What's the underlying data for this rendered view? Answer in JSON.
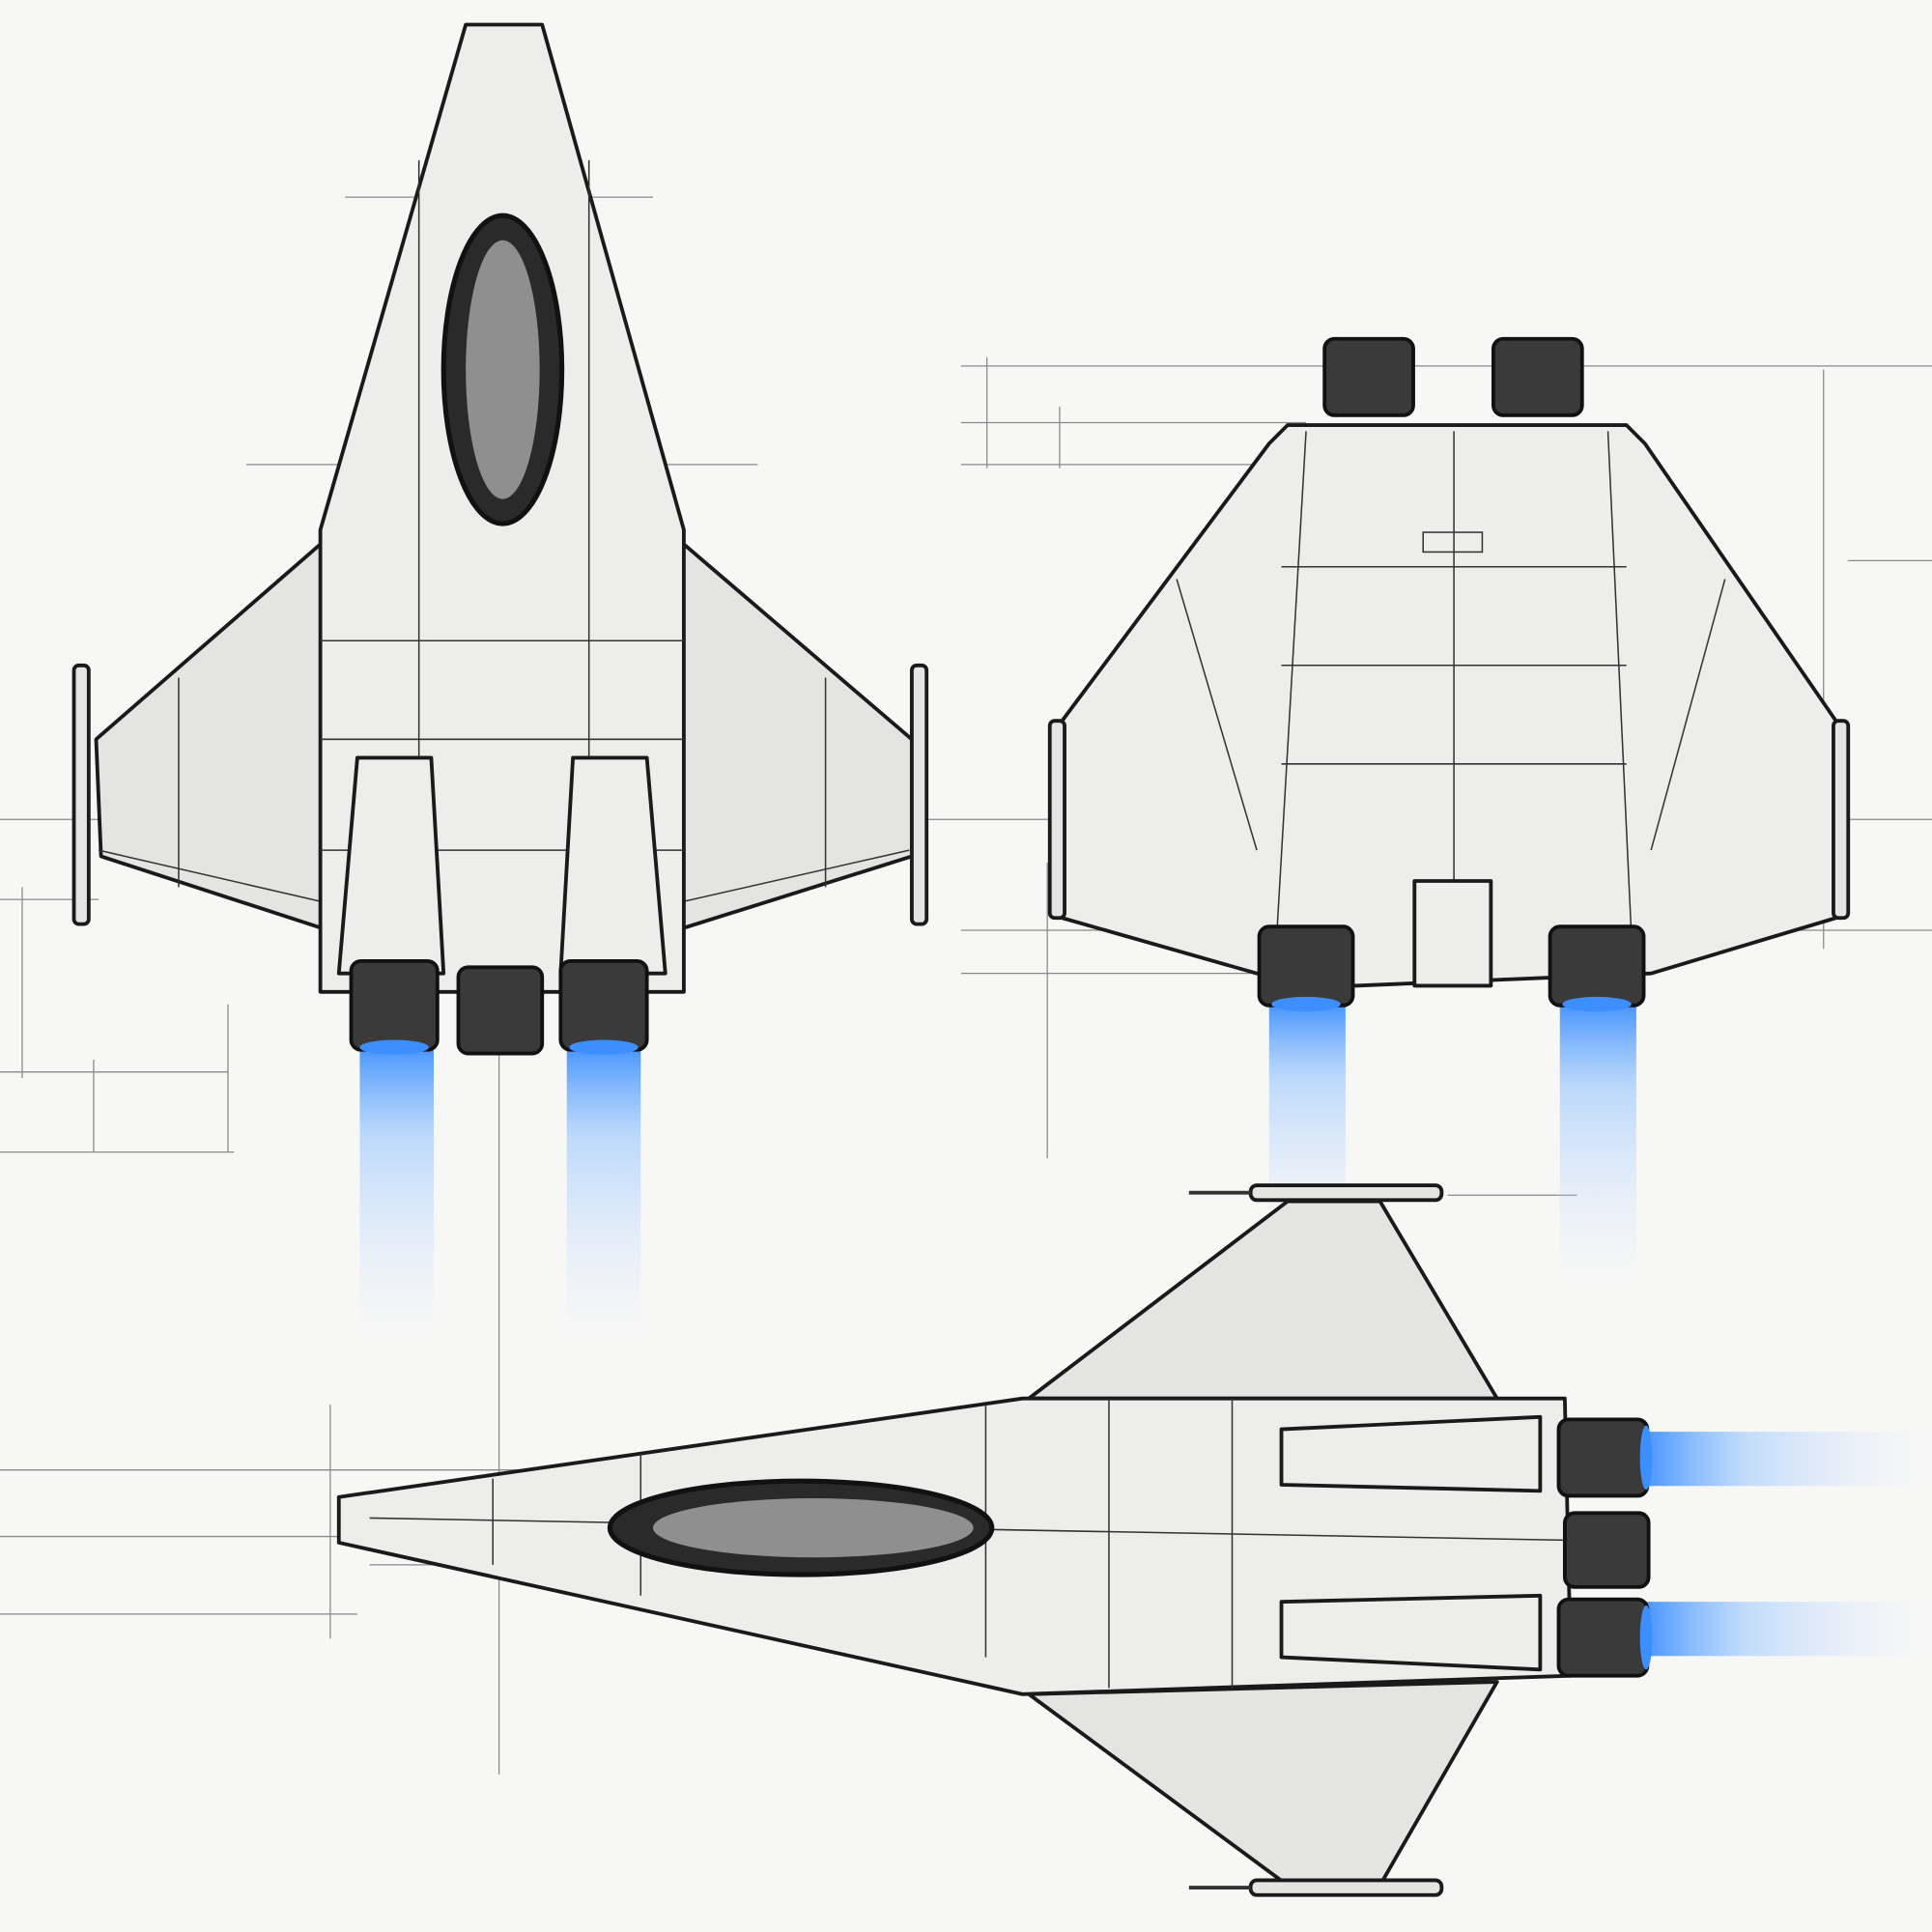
{
  "colors": {
    "background": "#f7f7f6",
    "hull": "#ededeb",
    "outline": "#1a1a1a",
    "thruster_glow": "#4aa3ff",
    "guide_lines": "#8a8a8a"
  },
  "icons": [
    "spaceship-top-view",
    "spaceship-front-view",
    "spaceship-side-view"
  ]
}
